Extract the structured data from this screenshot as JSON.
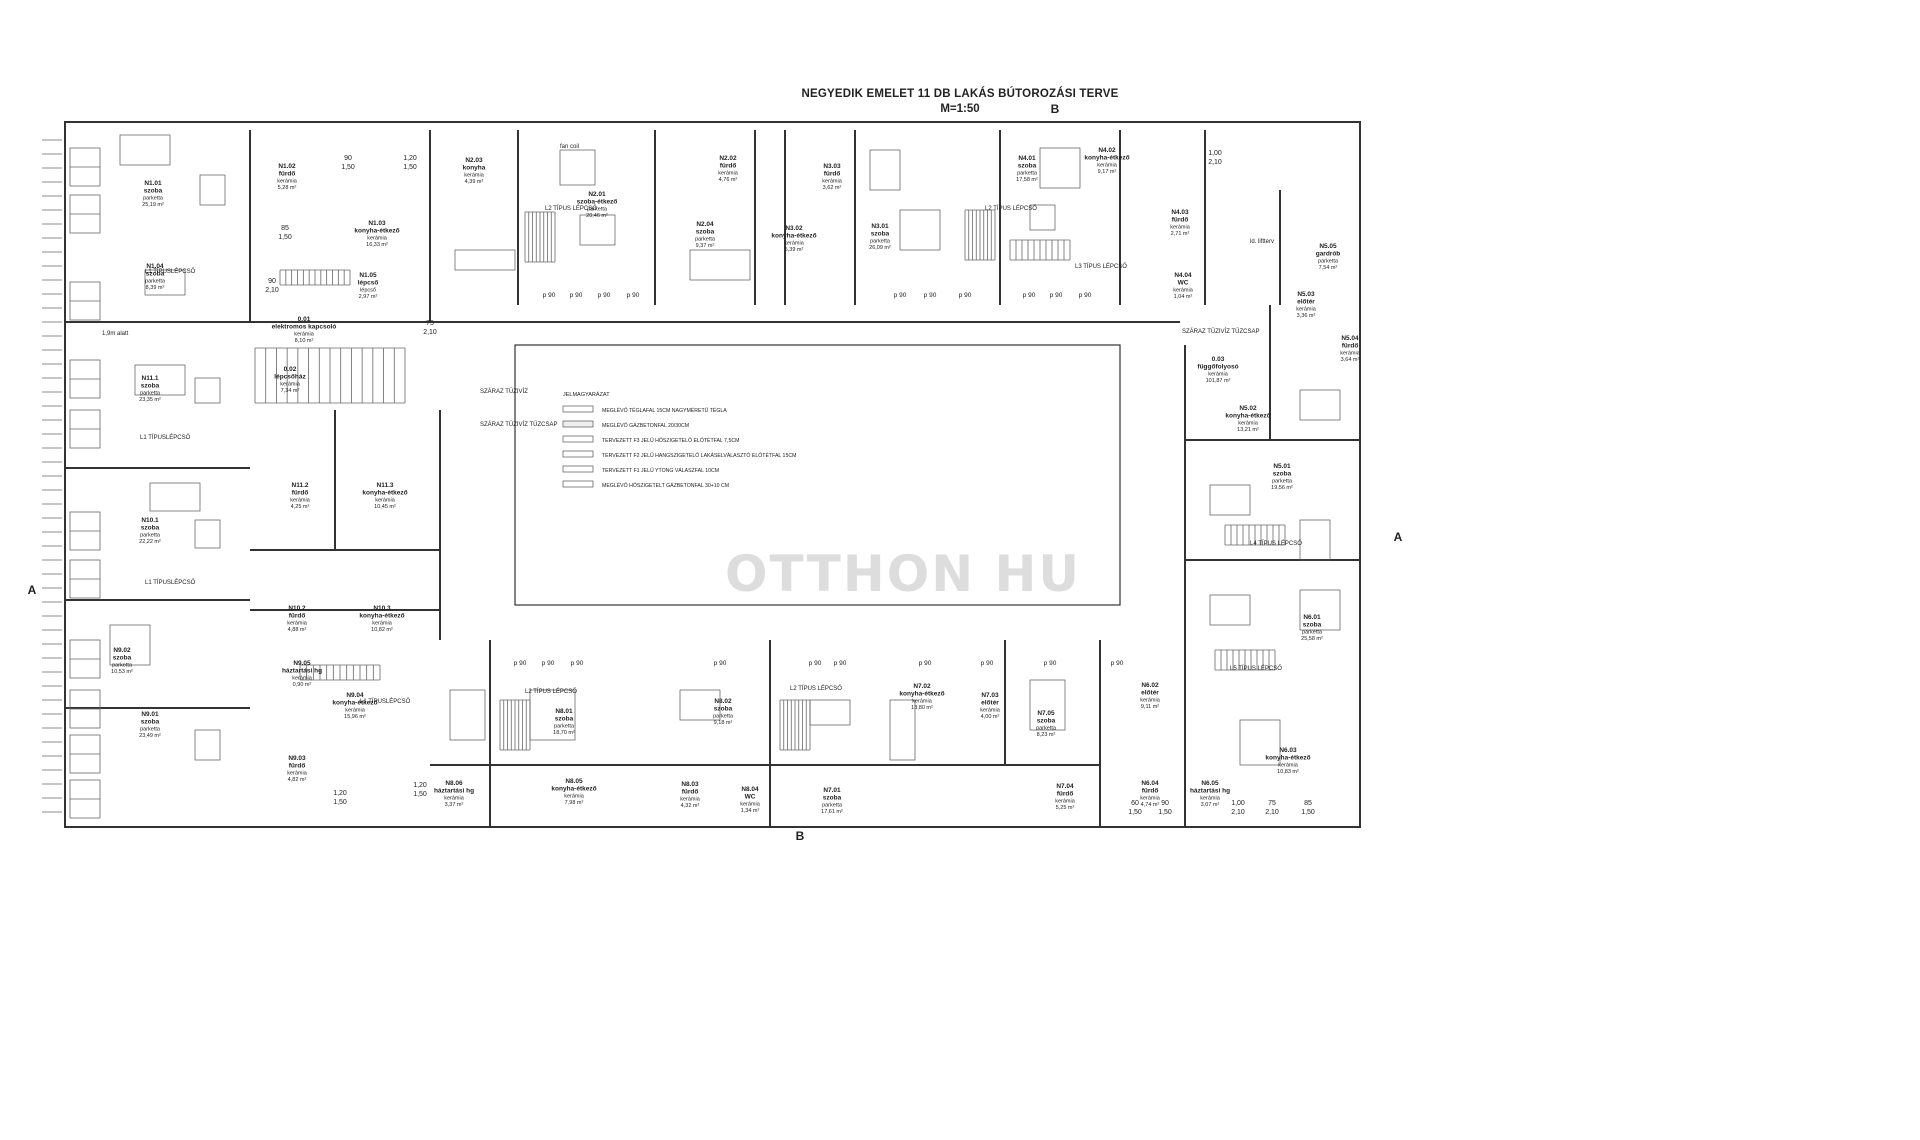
{
  "title": "NEGYEDIK EMELET 11 DB LAKÁS BÚTOROZÁSI TERVE",
  "scale": "M=1:50",
  "watermark": "OTTHON HU",
  "section_marks": {
    "a": "A",
    "b": "B"
  },
  "legend": {
    "title": "JELMAGYARÁZAT",
    "items": [
      "MEGLÉVŐ TÉGLAFAL 15CM NAGYMÉRETŰ TÉGLA",
      "MEGLÉVŐ GÁZBETONFAL 20/30CM",
      "TERVEZETT F3 JELŰ HŐSZIGETELŐ ELŐTÉTFAL 7,5CM",
      "TERVEZETT F2 JELŰ HANGSZIGETELŐ LAKÁSELVÁLASZTÓ ELŐTÉTFAL 15CM",
      "TERVEZETT F1 JELŰ YTONG VÁLASZFAL 10CM",
      "MEGLÉVŐ HŐSZIGETELT GÁZBETONFAL 30+10 CM"
    ]
  },
  "rooms": [
    {
      "id": "N1.01",
      "name": "szoba",
      "floor": "parketta",
      "area": "25,19 m²"
    },
    {
      "id": "N1.02",
      "name": "fürdő",
      "floor": "kerámia",
      "area": "5,28 m²"
    },
    {
      "id": "N1.03",
      "name": "konyha-étkező",
      "floor": "kerámia",
      "area": "16,33 m²"
    },
    {
      "id": "N1.04",
      "name": "szoba",
      "floor": "parketta",
      "area": "8,39 m²"
    },
    {
      "id": "N1.05",
      "name": "lépcső",
      "floor": "lépcső",
      "area": "2,97 m²"
    },
    {
      "id": "N2.01",
      "name": "szoba-étkező",
      "floor": "parketta",
      "area": "20,46 m²"
    },
    {
      "id": "N2.02",
      "name": "fürdő",
      "floor": "kerámia",
      "area": "4,76 m²"
    },
    {
      "id": "N2.03",
      "name": "konyha",
      "floor": "kerámia",
      "area": "4,39 m²"
    },
    {
      "id": "N2.04",
      "name": "szoba",
      "floor": "parketta",
      "area": "9,37 m²"
    },
    {
      "id": "N3.01",
      "name": "szoba",
      "floor": "parketta",
      "area": "26,09 m²"
    },
    {
      "id": "N3.02",
      "name": "konyha-étkező",
      "floor": "kerámia",
      "area": "5,39 m²"
    },
    {
      "id": "N3.03",
      "name": "fürdő",
      "floor": "kerámia",
      "area": "3,62 m²"
    },
    {
      "id": "N4.01",
      "name": "szoba",
      "floor": "parketta",
      "area": "17,58 m²"
    },
    {
      "id": "N4.02",
      "name": "konyha-étkező",
      "floor": "kerámia",
      "area": "9,17 m²"
    },
    {
      "id": "N4.03",
      "name": "fürdő",
      "floor": "kerámia",
      "area": "2,71 m²"
    },
    {
      "id": "N4.04",
      "name": "WC",
      "floor": "kerámia",
      "area": "1,04 m²"
    },
    {
      "id": "N5.01",
      "name": "szoba",
      "floor": "parketta",
      "area": "19,56 m²"
    },
    {
      "id": "N5.02",
      "name": "konyha-étkező",
      "floor": "kerámia",
      "area": "13,21 m²"
    },
    {
      "id": "N5.03",
      "name": "előtér",
      "floor": "kerámia",
      "area": "3,36 m²"
    },
    {
      "id": "N5.04",
      "name": "fürdő",
      "floor": "kerámia",
      "area": "3,64 m²"
    },
    {
      "id": "N5.05",
      "name": "gardrób",
      "floor": "parketta",
      "area": "7,54 m²"
    },
    {
      "id": "N6.01",
      "name": "szoba",
      "floor": "parketta",
      "area": "25,58 m²"
    },
    {
      "id": "N6.02",
      "name": "előtér",
      "floor": "kerámia",
      "area": "9,11 m²"
    },
    {
      "id": "N6.03",
      "name": "konyha-étkező",
      "floor": "kerámia",
      "area": "10,83 m²"
    },
    {
      "id": "N6.04",
      "name": "fürdő",
      "floor": "kerámia",
      "area": "4,74 m²"
    },
    {
      "id": "N6.05",
      "name": "háztartási hg",
      "floor": "kerámia",
      "area": "3,07 m²"
    },
    {
      "id": "N7.01",
      "name": "szoba",
      "floor": "parketta",
      "area": "17,61 m²"
    },
    {
      "id": "N7.02",
      "name": "konyha-étkező",
      "floor": "kerámia",
      "area": "13,80 m²"
    },
    {
      "id": "N7.03",
      "name": "előtér",
      "floor": "kerámia",
      "area": "4,00 m²"
    },
    {
      "id": "N7.04",
      "name": "fürdő",
      "floor": "kerámia",
      "area": "5,25 m²"
    },
    {
      "id": "N7.05",
      "name": "szoba",
      "floor": "parketta",
      "area": "8,23 m²"
    },
    {
      "id": "N8.01",
      "name": "szoba",
      "floor": "parketta",
      "area": "18,70 m²"
    },
    {
      "id": "N8.02",
      "name": "szoba",
      "floor": "parketta",
      "area": "9,18 m²"
    },
    {
      "id": "N8.03",
      "name": "fürdő",
      "floor": "kerámia",
      "area": "4,32 m²"
    },
    {
      "id": "N8.04",
      "name": "WC",
      "floor": "kerámia",
      "area": "1,34 m²"
    },
    {
      "id": "N8.05",
      "name": "konyha-étkező",
      "floor": "kerámia",
      "area": "7,98 m²"
    },
    {
      "id": "N8.06",
      "name": "háztartási hg",
      "floor": "kerámia",
      "area": "3,37 m²"
    },
    {
      "id": "N9.01",
      "name": "szoba",
      "floor": "parketta",
      "area": "23,49 m²"
    },
    {
      "id": "N9.02",
      "name": "szoba",
      "floor": "parketta",
      "area": "10,53 m²"
    },
    {
      "id": "N9.03",
      "name": "fürdő",
      "floor": "kerámia",
      "area": "4,82 m²"
    },
    {
      "id": "N9.04",
      "name": "konyha-étkező",
      "floor": "kerámia",
      "area": "15,96 m²"
    },
    {
      "id": "N9.05",
      "name": "háztartási hg",
      "floor": "kerámia",
      "area": "0,90 m²"
    },
    {
      "id": "N10.1",
      "name": "szoba",
      "floor": "parketta",
      "area": "22,22 m²"
    },
    {
      "id": "N10.2",
      "name": "fürdő",
      "floor": "kerámia",
      "area": "4,88 m²"
    },
    {
      "id": "N10.3",
      "name": "konyha-étkező",
      "floor": "kerámia",
      "area": "10,82 m²"
    },
    {
      "id": "N11.1",
      "name": "szoba",
      "floor": "parketta",
      "area": "23,35 m²"
    },
    {
      "id": "N11.2",
      "name": "fürdő",
      "floor": "kerámia",
      "area": "4,25 m²"
    },
    {
      "id": "N11.3",
      "name": "konyha-étkező",
      "floor": "kerámia",
      "area": "10,45 m²"
    },
    {
      "id": "0.01",
      "name": "elektromos kapcsoló",
      "floor": "kerámia",
      "area": "8,10 m²"
    },
    {
      "id": "0.02",
      "name": "lépcsőház",
      "floor": "kerámia",
      "area": "7,34 m²"
    },
    {
      "id": "0.03",
      "name": "függőfolyosó",
      "floor": "kerámia",
      "area": "101,87 m²"
    }
  ],
  "annotations": [
    "SZÁRAZ TŰZIVÍZ",
    "SZÁRAZ TŰZIVÍZ TŰZCSAP",
    "SZÁRAZ TŰZIVÍZ TŰZCSAP",
    "L1 TÍPUSLÉPCSŐ",
    "L1 TÍPUSLÉPCSŐ",
    "L1 TÍPUSLÉPCSŐ",
    "L1 TÍPUSLÉPCSŐ",
    "L2 TÍPUS LÉPCSŐ",
    "L2 TÍPUS LÉPCSŐ",
    "L2 TÍPUS LÉPCSŐ",
    "L2 TÍPUS LÉPCSŐ",
    "L3 TÍPUS LÉPCSŐ",
    "L4 TÍPUS LÉPCSŐ",
    "L5 TÍPUS LÉPCSŐ",
    "fan coil",
    "1,9m alatt",
    "ld. liftterv"
  ],
  "labels": {
    "door_dims": [
      "90 1,50",
      "1,20 1,50",
      "1,00 2,10",
      "75 2,10",
      "85 1,50",
      "90 2,10",
      "1,20 1,50",
      "60 1,50"
    ],
    "window_dim": "p 90"
  }
}
